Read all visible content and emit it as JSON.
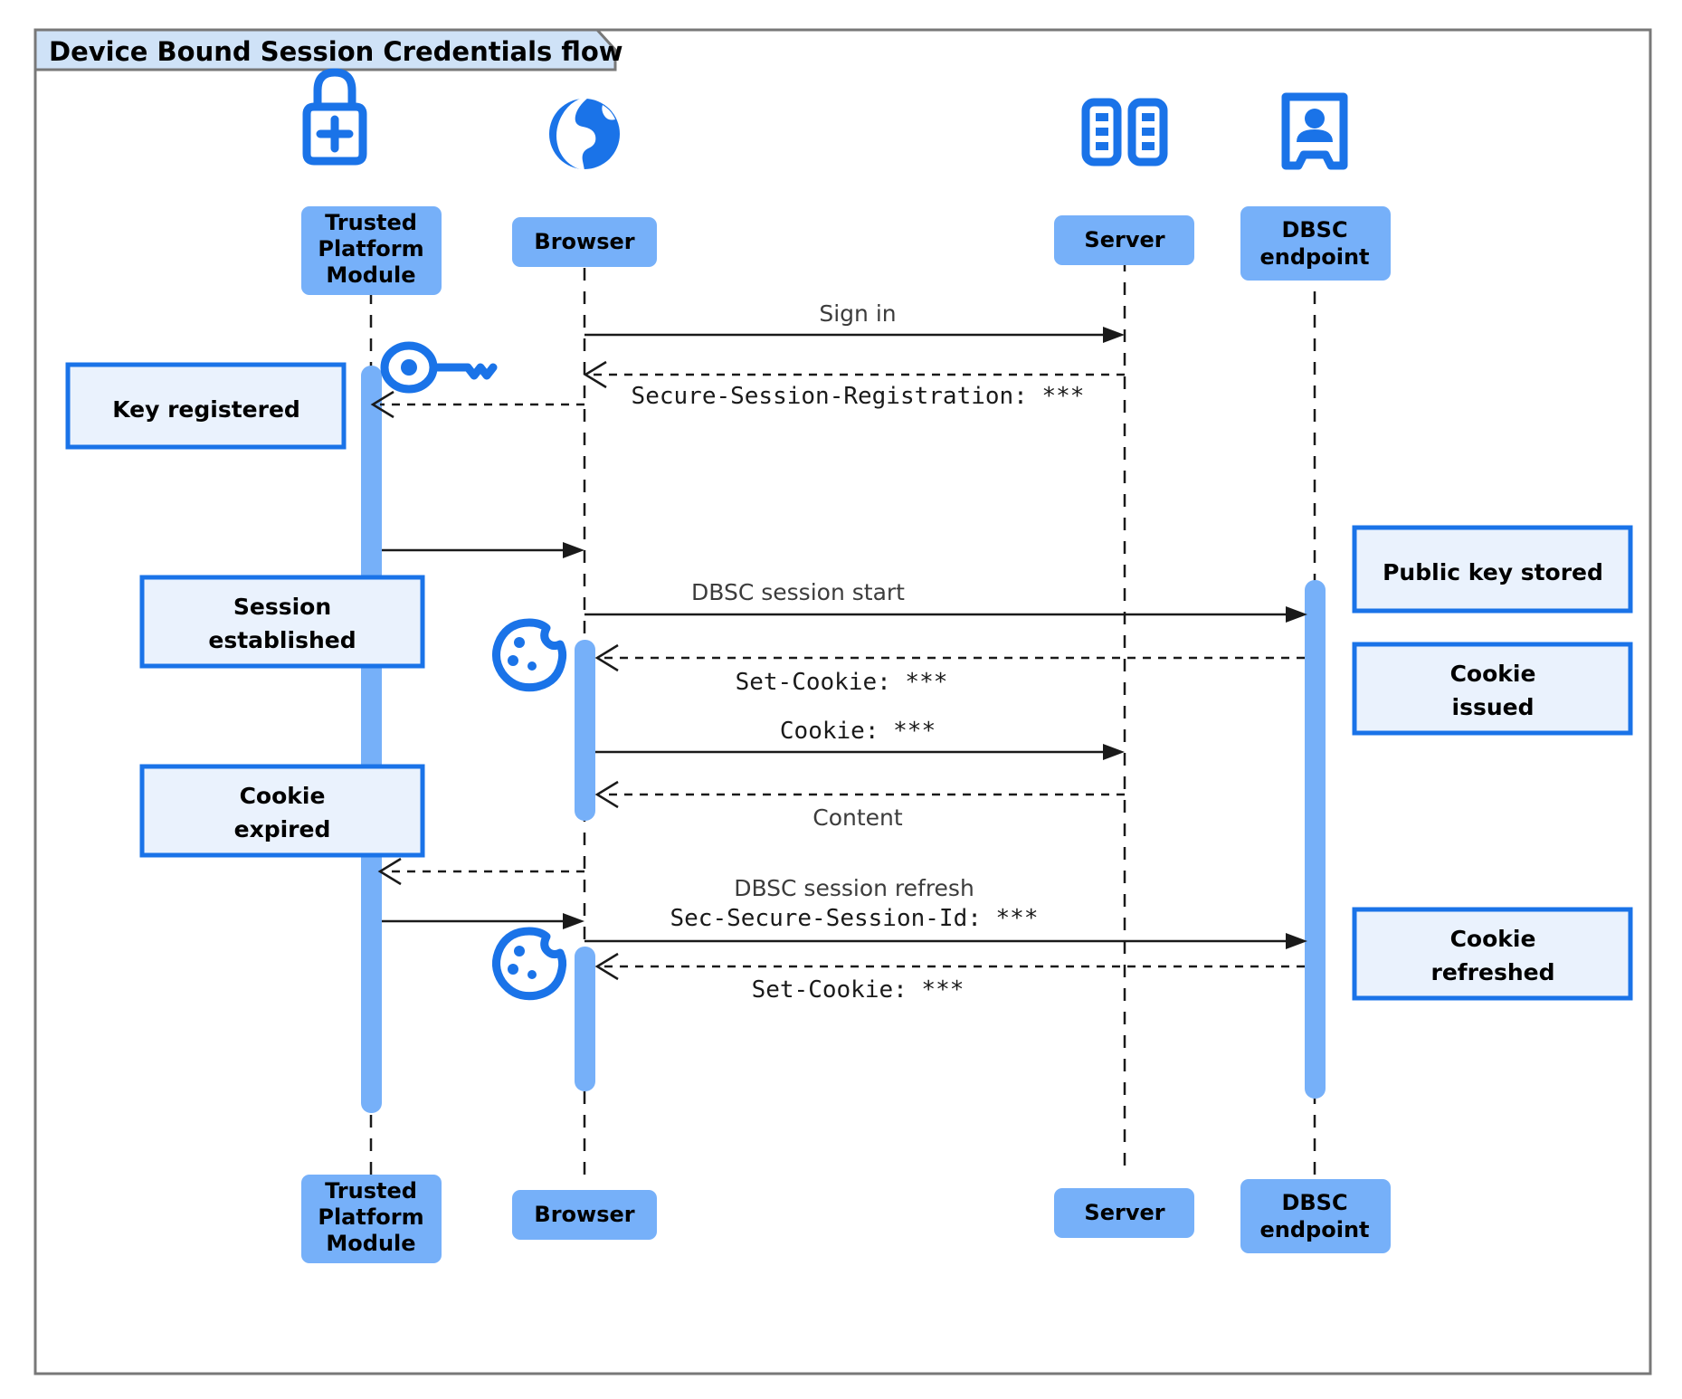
{
  "frame": {
    "title": "Device Bound Session Credentials flow"
  },
  "colors": {
    "actor_fill": "#76b0f9",
    "note_fill": "#eaf2fd",
    "note_border": "#1a73e8",
    "icon_blue": "#1a73e8",
    "frame_tab_fill": "#cfe2f7",
    "frame_border": "#787878",
    "line": "#1a1a1a"
  },
  "participants": [
    {
      "id": "tpm",
      "name": "Trusted Platform Module",
      "lines": [
        "Trusted",
        "Platform",
        "Module"
      ],
      "icon": "lock-plus-icon"
    },
    {
      "id": "browser",
      "name": "Browser",
      "lines": [
        "Browser"
      ],
      "icon": "globe-icon"
    },
    {
      "id": "server",
      "name": "Server",
      "lines": [
        "Server"
      ],
      "icon": "server-rack-icon"
    },
    {
      "id": "dbsc",
      "name": "DBSC endpoint",
      "lines": [
        "DBSC",
        "endpoint"
      ],
      "icon": "id-badge-icon"
    }
  ],
  "messages": [
    {
      "id": "m1",
      "from": "browser",
      "to": "server",
      "style": "solid",
      "lines": [
        "Sign in"
      ],
      "fonts": [
        "sans"
      ]
    },
    {
      "id": "m2",
      "from": "server",
      "to": "browser",
      "style": "dashed",
      "lines": [
        "Secure-Session-Registration: ***"
      ],
      "fonts": [
        "mono"
      ]
    },
    {
      "id": "m3",
      "from": "browser",
      "to": "tpm",
      "style": "dashed",
      "lines": [],
      "fonts": []
    },
    {
      "id": "m4",
      "from": "tpm",
      "to": "browser",
      "style": "solid",
      "lines": [],
      "fonts": []
    },
    {
      "id": "m5",
      "from": "browser",
      "to": "dbsc",
      "style": "solid",
      "lines": [
        "DBSC session start"
      ],
      "fonts": [
        "sans"
      ]
    },
    {
      "id": "m6",
      "from": "dbsc",
      "to": "browser",
      "style": "dashed",
      "lines": [
        "Set-Cookie: ***"
      ],
      "fonts": [
        "mono"
      ]
    },
    {
      "id": "m7",
      "from": "browser",
      "to": "server",
      "style": "solid",
      "lines": [
        "Cookie: ***"
      ],
      "fonts": [
        "mono"
      ]
    },
    {
      "id": "m8",
      "from": "server",
      "to": "browser",
      "style": "dashed",
      "lines": [
        "Content"
      ],
      "fonts": [
        "sans"
      ]
    },
    {
      "id": "m9",
      "from": "browser",
      "to": "tpm",
      "style": "dashed",
      "lines": [],
      "fonts": []
    },
    {
      "id": "m10",
      "from": "tpm",
      "to": "browser",
      "style": "solid",
      "lines": [],
      "fonts": []
    },
    {
      "id": "m11",
      "from": "browser",
      "to": "dbsc",
      "style": "solid",
      "lines": [
        "DBSC session refresh",
        "Sec-Secure-Session-Id: ***"
      ],
      "fonts": [
        "sans",
        "mono"
      ]
    },
    {
      "id": "m12",
      "from": "dbsc",
      "to": "browser",
      "style": "dashed",
      "lines": [
        "Set-Cookie: ***"
      ],
      "fonts": [
        "mono"
      ]
    }
  ],
  "notes": [
    {
      "id": "n1",
      "side": "left",
      "anchor": "tpm",
      "lines": [
        "Key registered"
      ]
    },
    {
      "id": "n2",
      "side": "left",
      "anchor": "tpm",
      "lines": [
        "Session",
        "established"
      ]
    },
    {
      "id": "n3",
      "side": "left",
      "anchor": "tpm",
      "lines": [
        "Cookie",
        "expired"
      ]
    },
    {
      "id": "n4",
      "side": "right",
      "anchor": "dbsc",
      "lines": [
        "Public key stored"
      ]
    },
    {
      "id": "n5",
      "side": "right",
      "anchor": "dbsc",
      "lines": [
        "Cookie",
        "issued"
      ]
    },
    {
      "id": "n6",
      "side": "right",
      "anchor": "dbsc",
      "lines": [
        "Cookie",
        "refreshed"
      ]
    }
  ],
  "inline_icons": [
    {
      "id": "key1",
      "icon": "key-icon",
      "near": "tpm"
    },
    {
      "id": "cookie1",
      "icon": "cookie-icon",
      "near": "browser"
    },
    {
      "id": "cookie2",
      "icon": "cookie-icon",
      "near": "browser"
    }
  ]
}
